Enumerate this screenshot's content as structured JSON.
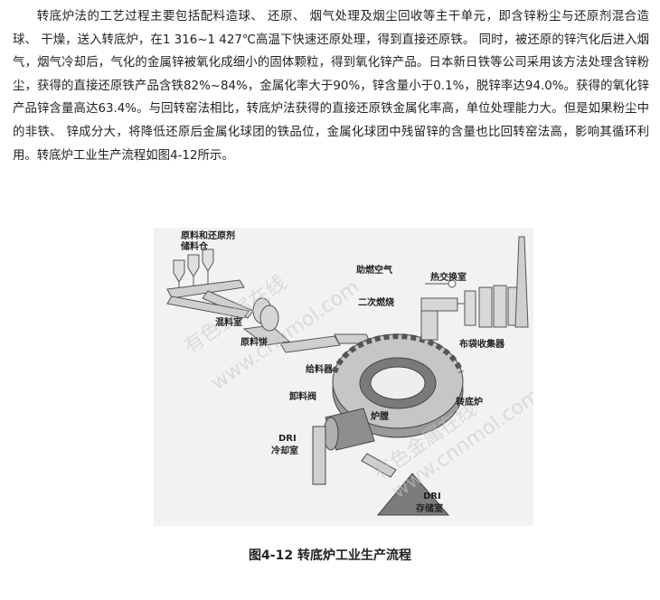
{
  "paragraph": "转底炉法的工艺过程主要包括配料造球、 还原、 烟气处理及烟尘回收等主干单元，即含锌粉尘与还原剂混合造球、 干燥，送入转底炉，在1 316~1 427℃高温下快速还原处理，得到直接还原铁。 同时，被还原的锌汽化后进入烟气，烟气冷却后，气化的金属锌被氧化成细小的固体颗粒，得到氧化锌产品。日本新日铁等公司采用该方法处理含锌粉尘，获得的直接还原铁产品含铁82%~84%，金属化率大于90%，锌含量小于0.1%，脱锌率达94.0%。获得的氧化锌产品锌含量高达63.4%。与回转窑法相比，转底炉法获得的直接还原铁金属化率高，单位处理能力大。但是如果粉尘中的非铁、 锌成分大，将降低还原后金属化球团的铁品位，金属化球团中残留锌的含量也比回转窑法高，影响其循环利用。转底炉工业生产流程如图4-12所示。",
  "figure": {
    "labels": {
      "storage_1": "原料和还原剂",
      "storage_2": "储料仓",
      "mixing": "混料室",
      "pellet": "原料饼",
      "air": "助燃空气",
      "heat_exchange": "热交换室",
      "secondary_burn": "二次燃烧",
      "bag_filter": "布袋收集器",
      "feeder": "给料器",
      "discharge": "卸料阀",
      "hearth": "炉膛",
      "rhf": "转底炉",
      "dri_cool_1": "DRI",
      "dri_cool_2": "冷却室",
      "dri_store_1": "DRI",
      "dri_store_2": "存储室"
    },
    "watermark_1": "有色金属在线",
    "watermark_2": "www.cnnmol.com"
  },
  "caption": "图4-12  转底炉工业生产流程"
}
